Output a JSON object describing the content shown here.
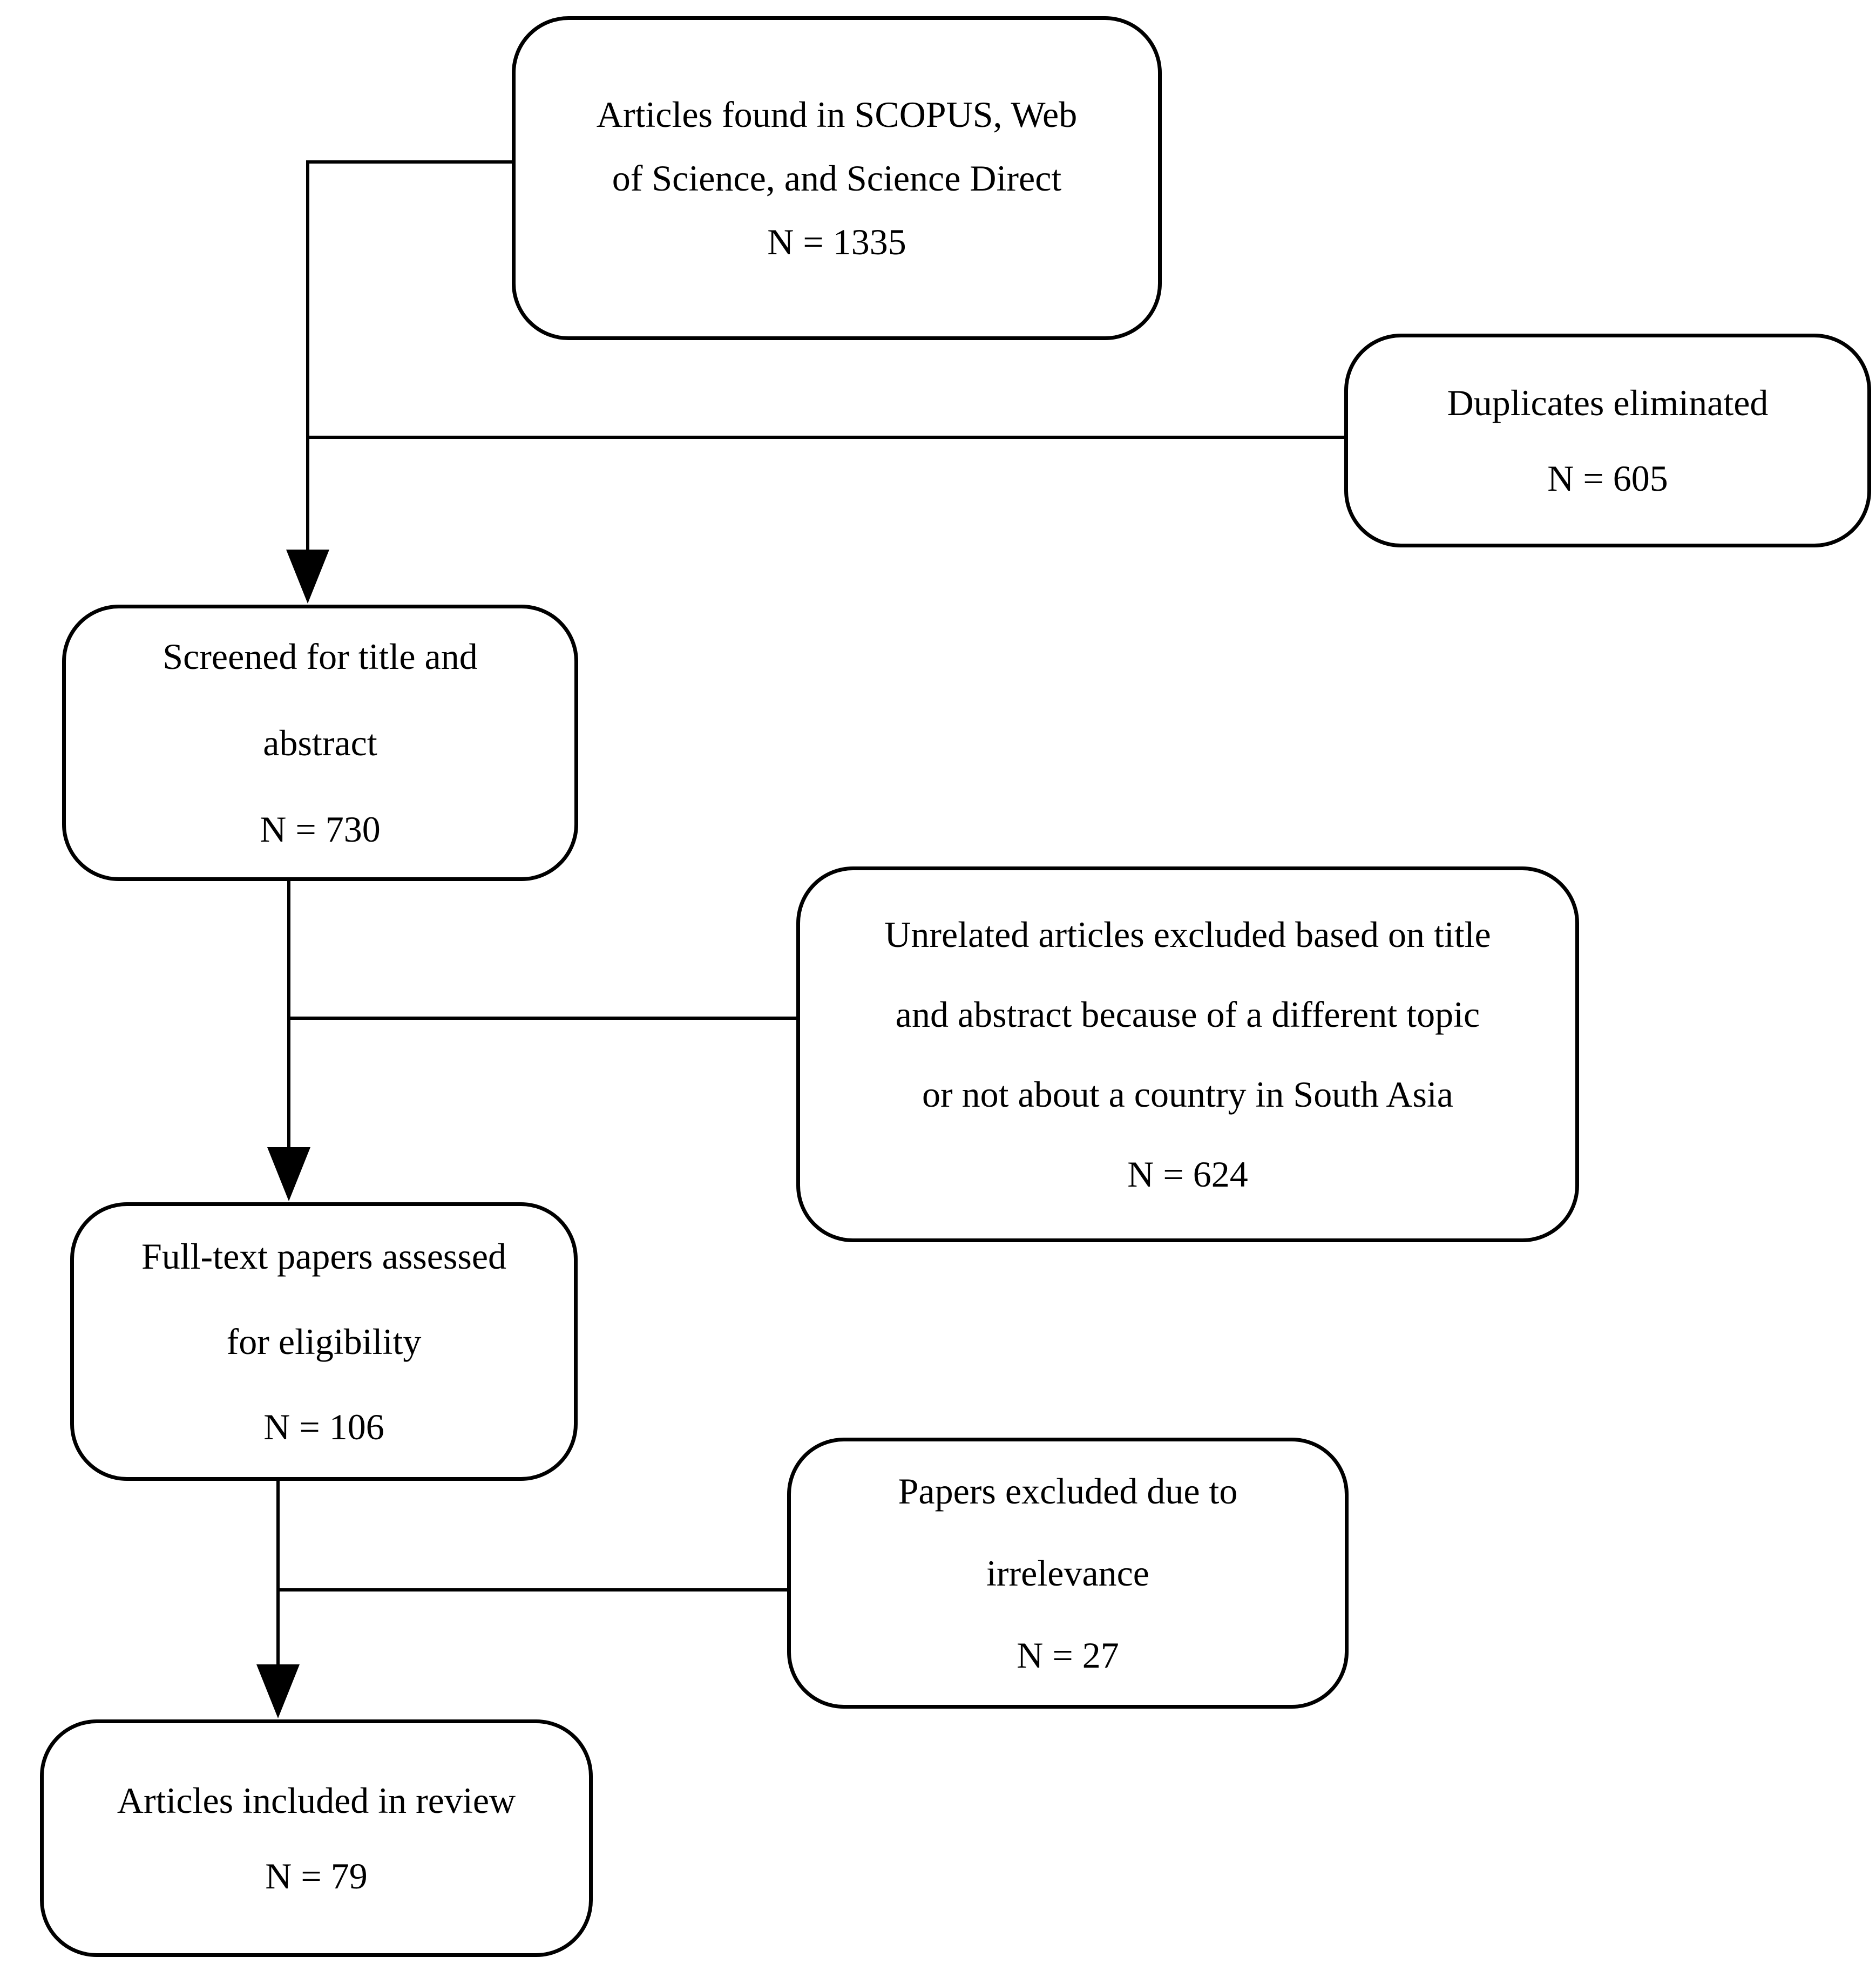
{
  "diagram": {
    "type": "prisma-flowchart",
    "colors": {
      "background": "#ffffff",
      "box_border": "#000000",
      "text": "#000000",
      "connector": "#000000"
    },
    "boxes": {
      "found": {
        "lines": [
          "Articles found in SCOPUS, Web",
          "of Science, and Science Direct",
          "N = 1335"
        ],
        "count": 1335
      },
      "duplicates": {
        "lines": [
          "Duplicates eliminated",
          "N = 605"
        ],
        "count": 605
      },
      "screened": {
        "lines": [
          "Screened for title and",
          "abstract",
          "N = 730"
        ],
        "count": 730
      },
      "unrelated": {
        "lines": [
          "Unrelated articles excluded based on title",
          "and abstract because of a different topic",
          "or not about a country in South Asia",
          "N = 624"
        ],
        "count": 624
      },
      "fulltext": {
        "lines": [
          "Full-text papers assessed",
          "for eligibility",
          "N = 106"
        ],
        "count": 106
      },
      "excluded": {
        "lines": [
          "Papers excluded due to",
          "irrelevance",
          "N = 27"
        ],
        "count": 27
      },
      "included": {
        "lines": [
          "Articles included in review",
          "N = 79"
        ],
        "count": 79
      }
    }
  }
}
